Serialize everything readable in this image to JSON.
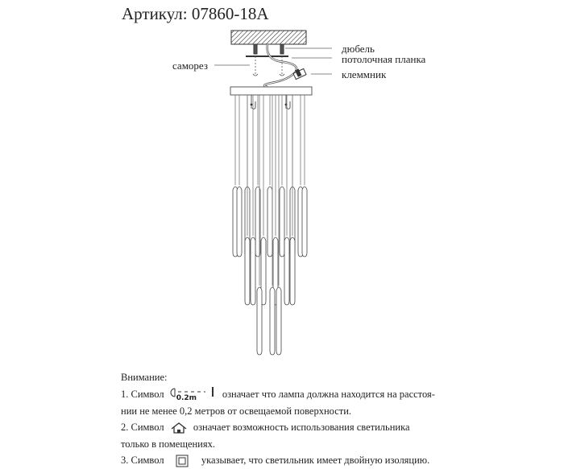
{
  "title": "Артикул: 07860-18A",
  "labels": {
    "dowel": "дюбель",
    "ceiling_plate": "потолочная планка",
    "screw": "саморез",
    "terminal": "клеммник"
  },
  "notes": {
    "heading": "Внимание:",
    "item1_prefix": "1. Символ",
    "item1_symbol_text": "0.2m",
    "item1_text": "означает что лампа должна находится на расстоя-",
    "item1_cont": "нии не менее 0,2 метров от освещаемой поверхности.",
    "item2_prefix": "2. Символ",
    "item2_text": "означает возможность использования светильника",
    "item2_cont": "только в помещениях.",
    "item3_prefix": "3. Символ",
    "item3_text": "указывает, что светильник имеет двойную изоляцию."
  }
}
